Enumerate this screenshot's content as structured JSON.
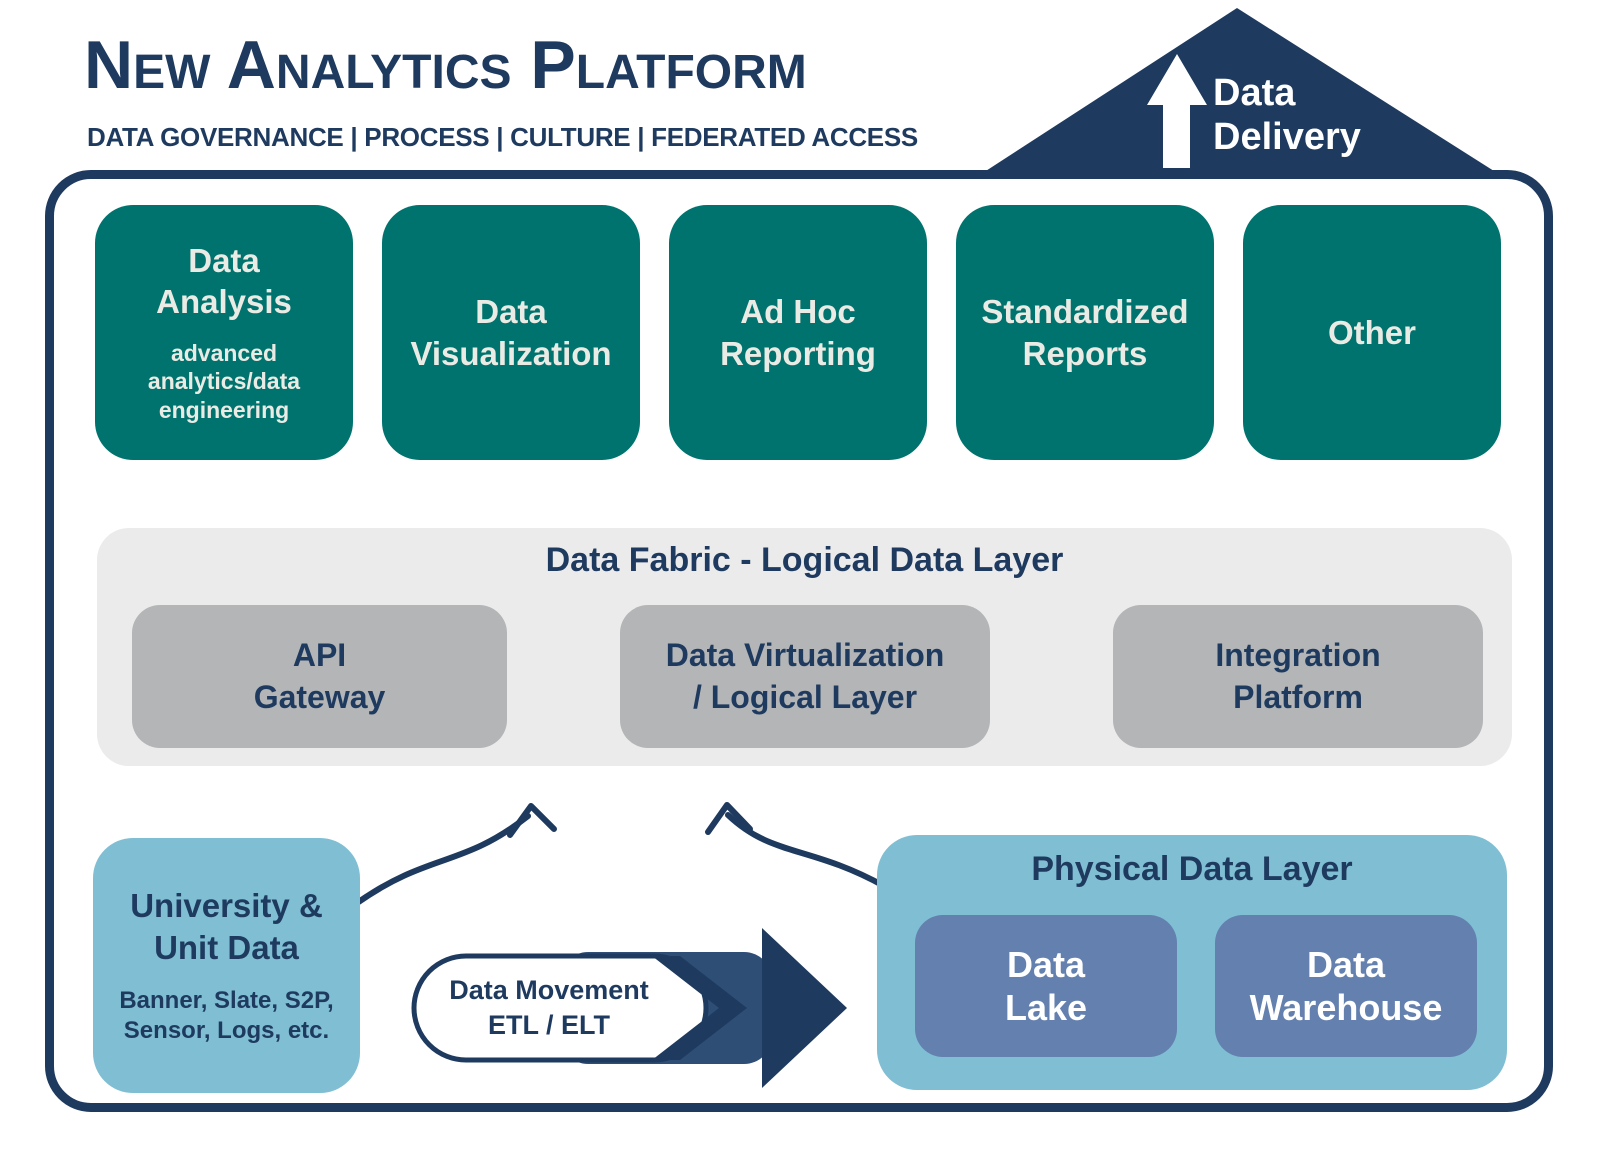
{
  "header": {
    "title": "New Analytics Platform",
    "subtitle": "DATA GOVERNANCE | PROCESS | CULTURE | FEDERATED ACCESS"
  },
  "delivery": {
    "label": "Data\nDelivery"
  },
  "consumption": {
    "boxes": [
      {
        "title": "Data\nAnalysis",
        "subtitle": "advanced\nanalytics/data\nengineering"
      },
      {
        "title": "Data\nVisualization"
      },
      {
        "title": "Ad Hoc\nReporting"
      },
      {
        "title": "Standardized\nReports"
      },
      {
        "title": "Other"
      }
    ]
  },
  "fabric": {
    "title": "Data Fabric - Logical Data Layer",
    "boxes": [
      {
        "label": "API\nGateway"
      },
      {
        "label": "Data Virtualization\n/ Logical Layer"
      },
      {
        "label": "Integration\nPlatform"
      }
    ]
  },
  "sources": {
    "title": "University &\nUnit Data",
    "subtitle": "Banner, Slate, S2P,\nSensor, Logs, etc."
  },
  "movement": {
    "label": "Data Movement\nETL / ELT"
  },
  "physical": {
    "title": "Physical Data Layer",
    "boxes": [
      {
        "label": "Data\nLake"
      },
      {
        "label": "Data\nWarehouse"
      }
    ]
  },
  "colors": {
    "navy": "#1e3a5f",
    "navy_mid": "#2e4e76",
    "teal": "#00736f",
    "light_gray": "#ebebeb",
    "mid_gray": "#b3b5b6",
    "light_blue": "#7fbed3",
    "slate_blue": "#6480ae",
    "off_white_text": "#e9ebe4"
  }
}
